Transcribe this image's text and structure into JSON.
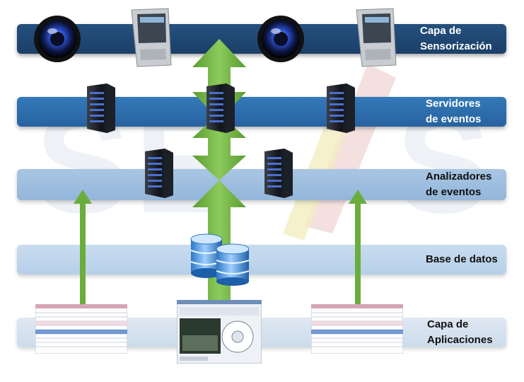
{
  "layers": [
    {
      "line1": "Capa de",
      "line2": "Sensorización"
    },
    {
      "line1": "Servidores",
      "line2": "de eventos"
    },
    {
      "line1": "Analizadores",
      "line2": "de eventos"
    },
    {
      "line1": "Base de datos"
    },
    {
      "line1": "Capa de",
      "line2": "Aplicaciones"
    }
  ],
  "colors": {
    "layer1": "#1f4773",
    "layer2": "#2e6daf",
    "layer3": "#9fbfe0",
    "layer4": "#c0d6ec",
    "layer5": "#d6e3f0",
    "arrow": "#6aad3d"
  }
}
